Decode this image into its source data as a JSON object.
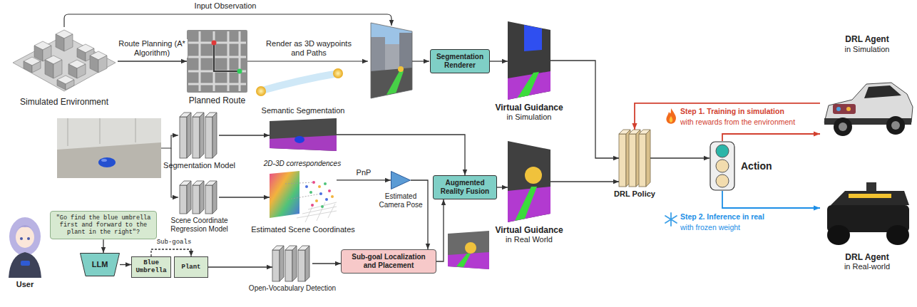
{
  "diagram": {
    "nodes": [
      {
        "text": [
          "Simulated Environment"
        ]
      },
      {
        "text": [
          "Planned Route"
        ]
      },
      {
        "text": [
          "Segmentation Renderer"
        ]
      },
      {
        "text": [
          "Virtual Guidance",
          "in Simulation"
        ]
      },
      {
        "text": [
          "User"
        ]
      },
      {
        "text": [
          "Semantic Segmentation"
        ]
      },
      {
        "text": [
          "Segmentation Model"
        ]
      },
      {
        "text": [
          "Scene Coordinate Regression Model"
        ]
      },
      {
        "text": [
          "Estimated Scene Coordinates"
        ]
      },
      {
        "text": [
          "Estimated Camera Pose"
        ]
      },
      {
        "text": [
          "Augmented Reality Fusion"
        ]
      },
      {
        "text": [
          "Virtual Guidance",
          "in Real World"
        ]
      },
      {
        "text": [
          "\"Go find the blue umbrella first and forward to the plant in the right\"?"
        ]
      },
      {
        "text": [
          "LLM"
        ]
      },
      {
        "text": [
          "Blue Umbrella"
        ]
      },
      {
        "text": [
          "Plant"
        ]
      },
      {
        "text": [
          "Open-Vocabulary Detection"
        ]
      },
      {
        "text": [
          "Sub-goal Localization and Placement"
        ]
      },
      {
        "text": [
          "DRL Policy"
        ]
      },
      {
        "text": [
          "Action"
        ]
      },
      {
        "text": [
          "DRL Agent",
          "in Simulation"
        ]
      },
      {
        "text": [
          "DRL Agent",
          "in Real-world"
        ]
      }
    ],
    "edges": [
      {
        "from": 0,
        "to": 1,
        "arrow": "to",
        "label": "Route Planning (A* Algorithm)"
      },
      {
        "from": 2,
        "to": 3,
        "arrow": "to"
      },
      {
        "from": 3,
        "to": 18,
        "arrow": "to"
      },
      {
        "from": 5,
        "to": 10,
        "arrow": "to"
      },
      {
        "from": 6,
        "to": 5,
        "arrow": "to"
      },
      {
        "from": 7,
        "to": 8,
        "arrow": "to"
      },
      {
        "from": 8,
        "to": 9,
        "arrow": "to",
        "label": "PnP"
      },
      {
        "from": 9,
        "to": 17,
        "arrow": "to"
      },
      {
        "from": 17,
        "to": 10,
        "arrow": "to"
      },
      {
        "from": 10,
        "to": 11,
        "arrow": "to"
      },
      {
        "from": 11,
        "to": 18,
        "arrow": "to"
      },
      {
        "from": 12,
        "to": 13,
        "arrow": "to"
      },
      {
        "from": 13,
        "to": 14,
        "arrow": "to"
      },
      {
        "from": 14,
        "to": 15,
        "arrow": "to",
        "label": "Sub-goals"
      },
      {
        "from": 15,
        "to": 16,
        "arrow": "to"
      },
      {
        "from": 16,
        "to": 17,
        "arrow": "to"
      },
      {
        "from": 18,
        "to": 19,
        "arrow": "to"
      },
      {
        "from": 19,
        "to": 20,
        "arrow": "to"
      },
      {
        "from": 20,
        "to": 18,
        "arrow": "to"
      },
      {
        "from": 19,
        "to": 21,
        "arrow": "to"
      }
    ],
    "labels": [
      "Input Observation",
      "Render as 3D waypoints and Paths",
      "2D-3D correspondences",
      "Step 1. Training in simulation",
      "with rewards from the environment",
      "Step 2. Inference in real",
      "with frozen weight"
    ]
  }
}
